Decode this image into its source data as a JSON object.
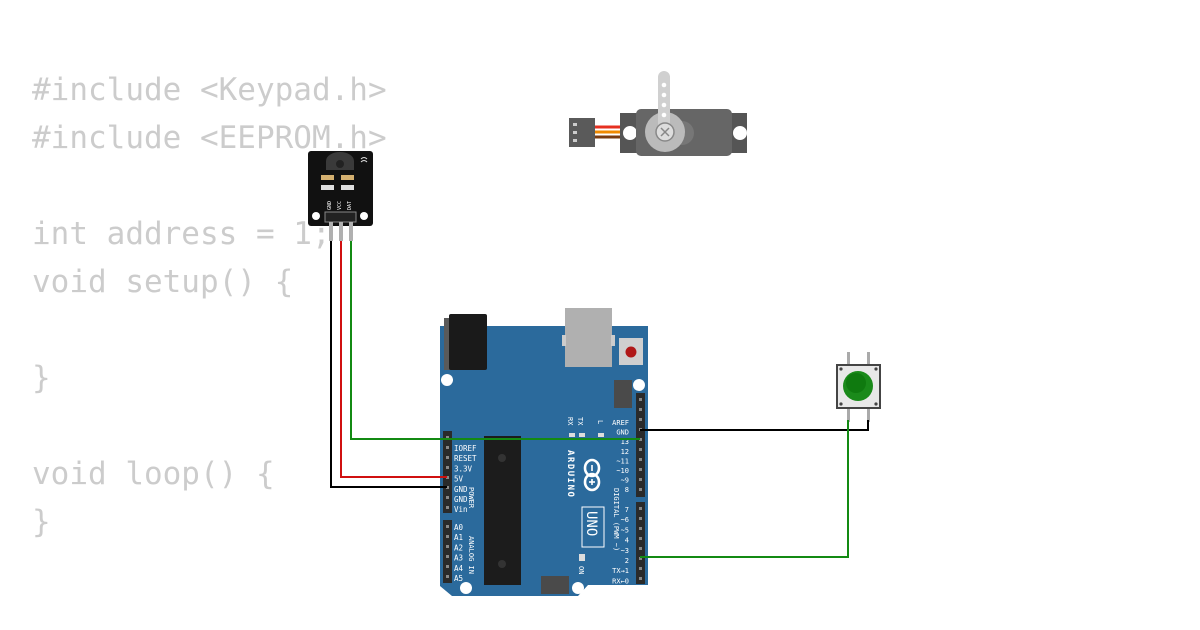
{
  "code_lines": [
    "#include <Keypad.h>",
    "#include <EEPROM.h>",
    "",
    "int address = 1;",
    "void setup() {",
    "",
    "}",
    "",
    "void loop() {",
    "}"
  ],
  "colors": {
    "board": "#2b6a9c",
    "wire_gnd": "#000000",
    "wire_vcc": "#d01010",
    "wire_signal": "#138a13",
    "button_cap": "#1a8a1a",
    "code_text": "#cccccc"
  },
  "ir_receiver": {
    "pins": [
      "GND",
      "VCC",
      "DAT"
    ]
  },
  "arduino": {
    "logo": "ARDUINO",
    "model": "UNO",
    "tx": "TX",
    "rx": "RX",
    "led_l": "L",
    "on": "ON",
    "power_header_title": "POWER",
    "analog_header_title": "ANALOG IN",
    "digital_header_title": "DIGITAL (PWM ~)",
    "power_pins": [
      "IOREF",
      "RESET",
      "3.3V",
      "5V",
      "GND",
      "GND",
      "Vin"
    ],
    "analog_pins": [
      "A0",
      "A1",
      "A2",
      "A3",
      "A4",
      "A5"
    ],
    "digital_top": [
      "AREF",
      "GND",
      "13",
      "12",
      "~11",
      "~10",
      "~9",
      "8"
    ],
    "digital_bottom": [
      "7",
      "~6",
      "~5",
      "4",
      "~3",
      "2",
      "TX→1",
      "RX←0"
    ]
  }
}
